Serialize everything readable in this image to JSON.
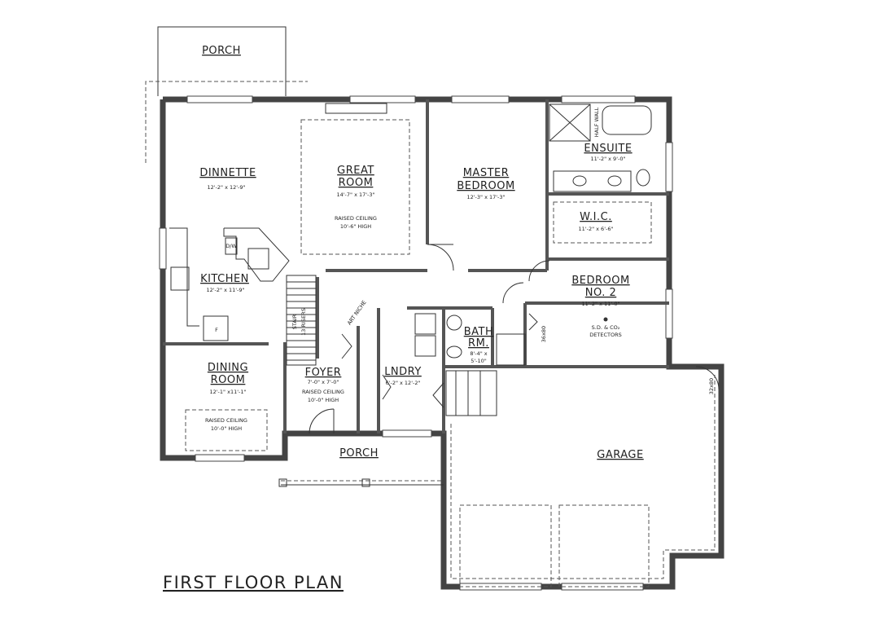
{
  "title": "FIRST FLOOR PLAN",
  "rooms": {
    "porch_top": {
      "name": "PORCH"
    },
    "dinnette": {
      "name": "DINNETTE",
      "dim": "12'-2\" x 12'-9\""
    },
    "great_room": {
      "name1": "GREAT",
      "name2": "ROOM",
      "dim": "14'-7\" x 17'-3\"",
      "note1": "RAISED CEILING",
      "note2": "10'-6\" HIGH"
    },
    "master": {
      "name1": "MASTER",
      "name2": "BEDROOM",
      "dim": "12'-3\" x 17'-3\""
    },
    "ensuite": {
      "name": "ENSUITE",
      "dim": "11'-2\" x 9'-0\""
    },
    "wic": {
      "name": "W.I.C.",
      "dim": "11'-2\" x 6'-6\""
    },
    "kitchen": {
      "name": "KITCHEN",
      "dim": "12'-2\" x 11'-9\""
    },
    "bedroom2": {
      "name1": "BEDROOM",
      "name2": "NO. 2",
      "dim": "11'-2\" x 11'-0\"",
      "note1": "S.D. & CO₂",
      "note2": "DETECTORS"
    },
    "dining": {
      "name1": "DINING",
      "name2": "ROOM",
      "dim": "12'-1\" x11'-1\"",
      "note1": "RAISED CEILING",
      "note2": "10'-0\" HIGH"
    },
    "foyer": {
      "name": "FOYER",
      "dim": "7'-0\" x 7'-0\"",
      "note1": "RAISED CEILING",
      "note2": "10'-0\" HIGH"
    },
    "laundry": {
      "name": "LNDRY",
      "dim": "6'-2\" x 12'-2\""
    },
    "bath": {
      "name1": "BATH",
      "name2": "RM.",
      "dim1": "8'-4\" x",
      "dim2": "5'-10\""
    },
    "porch_front": {
      "name": "PORCH"
    },
    "garage": {
      "name": "GARAGE"
    }
  },
  "labels": {
    "stair1": "STAIR",
    "stair2": "13 RISERS",
    "art_niche": "ART NICHE",
    "half_wall": "HALF WALL",
    "dw": "D/W",
    "fridge": "F",
    "door_closet": "36x80",
    "door_garage": "32x80"
  }
}
